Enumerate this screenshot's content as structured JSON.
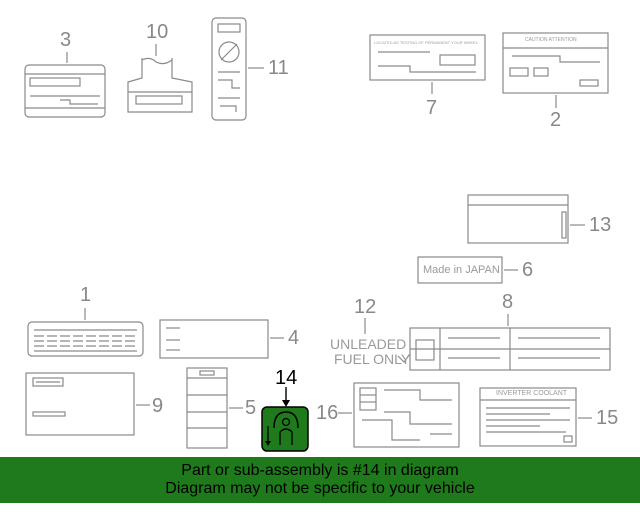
{
  "callouts": {
    "n1": "1",
    "n2": "2",
    "n3": "3",
    "n4": "4",
    "n5": "5",
    "n6": "6",
    "n7": "7",
    "n8": "8",
    "n9": "9",
    "n10": "10",
    "n11": "11",
    "n12": "12",
    "n13": "13",
    "n14": "14",
    "n15": "15",
    "n16": "16"
  },
  "labels": {
    "made_in": "Made  in  JAPAN",
    "unleaded_1": "UNLEADED",
    "unleaded_2": "FUEL ONLY",
    "inverter": "INVERTER COOLANT",
    "caution": "CAUTION ATTENTION",
    "tested": "LOCATED AS TESTING   OF   PERMANENT YOUR WHEEL"
  },
  "highlight": {
    "part": "14",
    "color": "#1f7a1c"
  },
  "banner": {
    "line1": "Part or sub-assembly is #14 in diagram",
    "line2": "Diagram may not be specific to your vehicle"
  }
}
